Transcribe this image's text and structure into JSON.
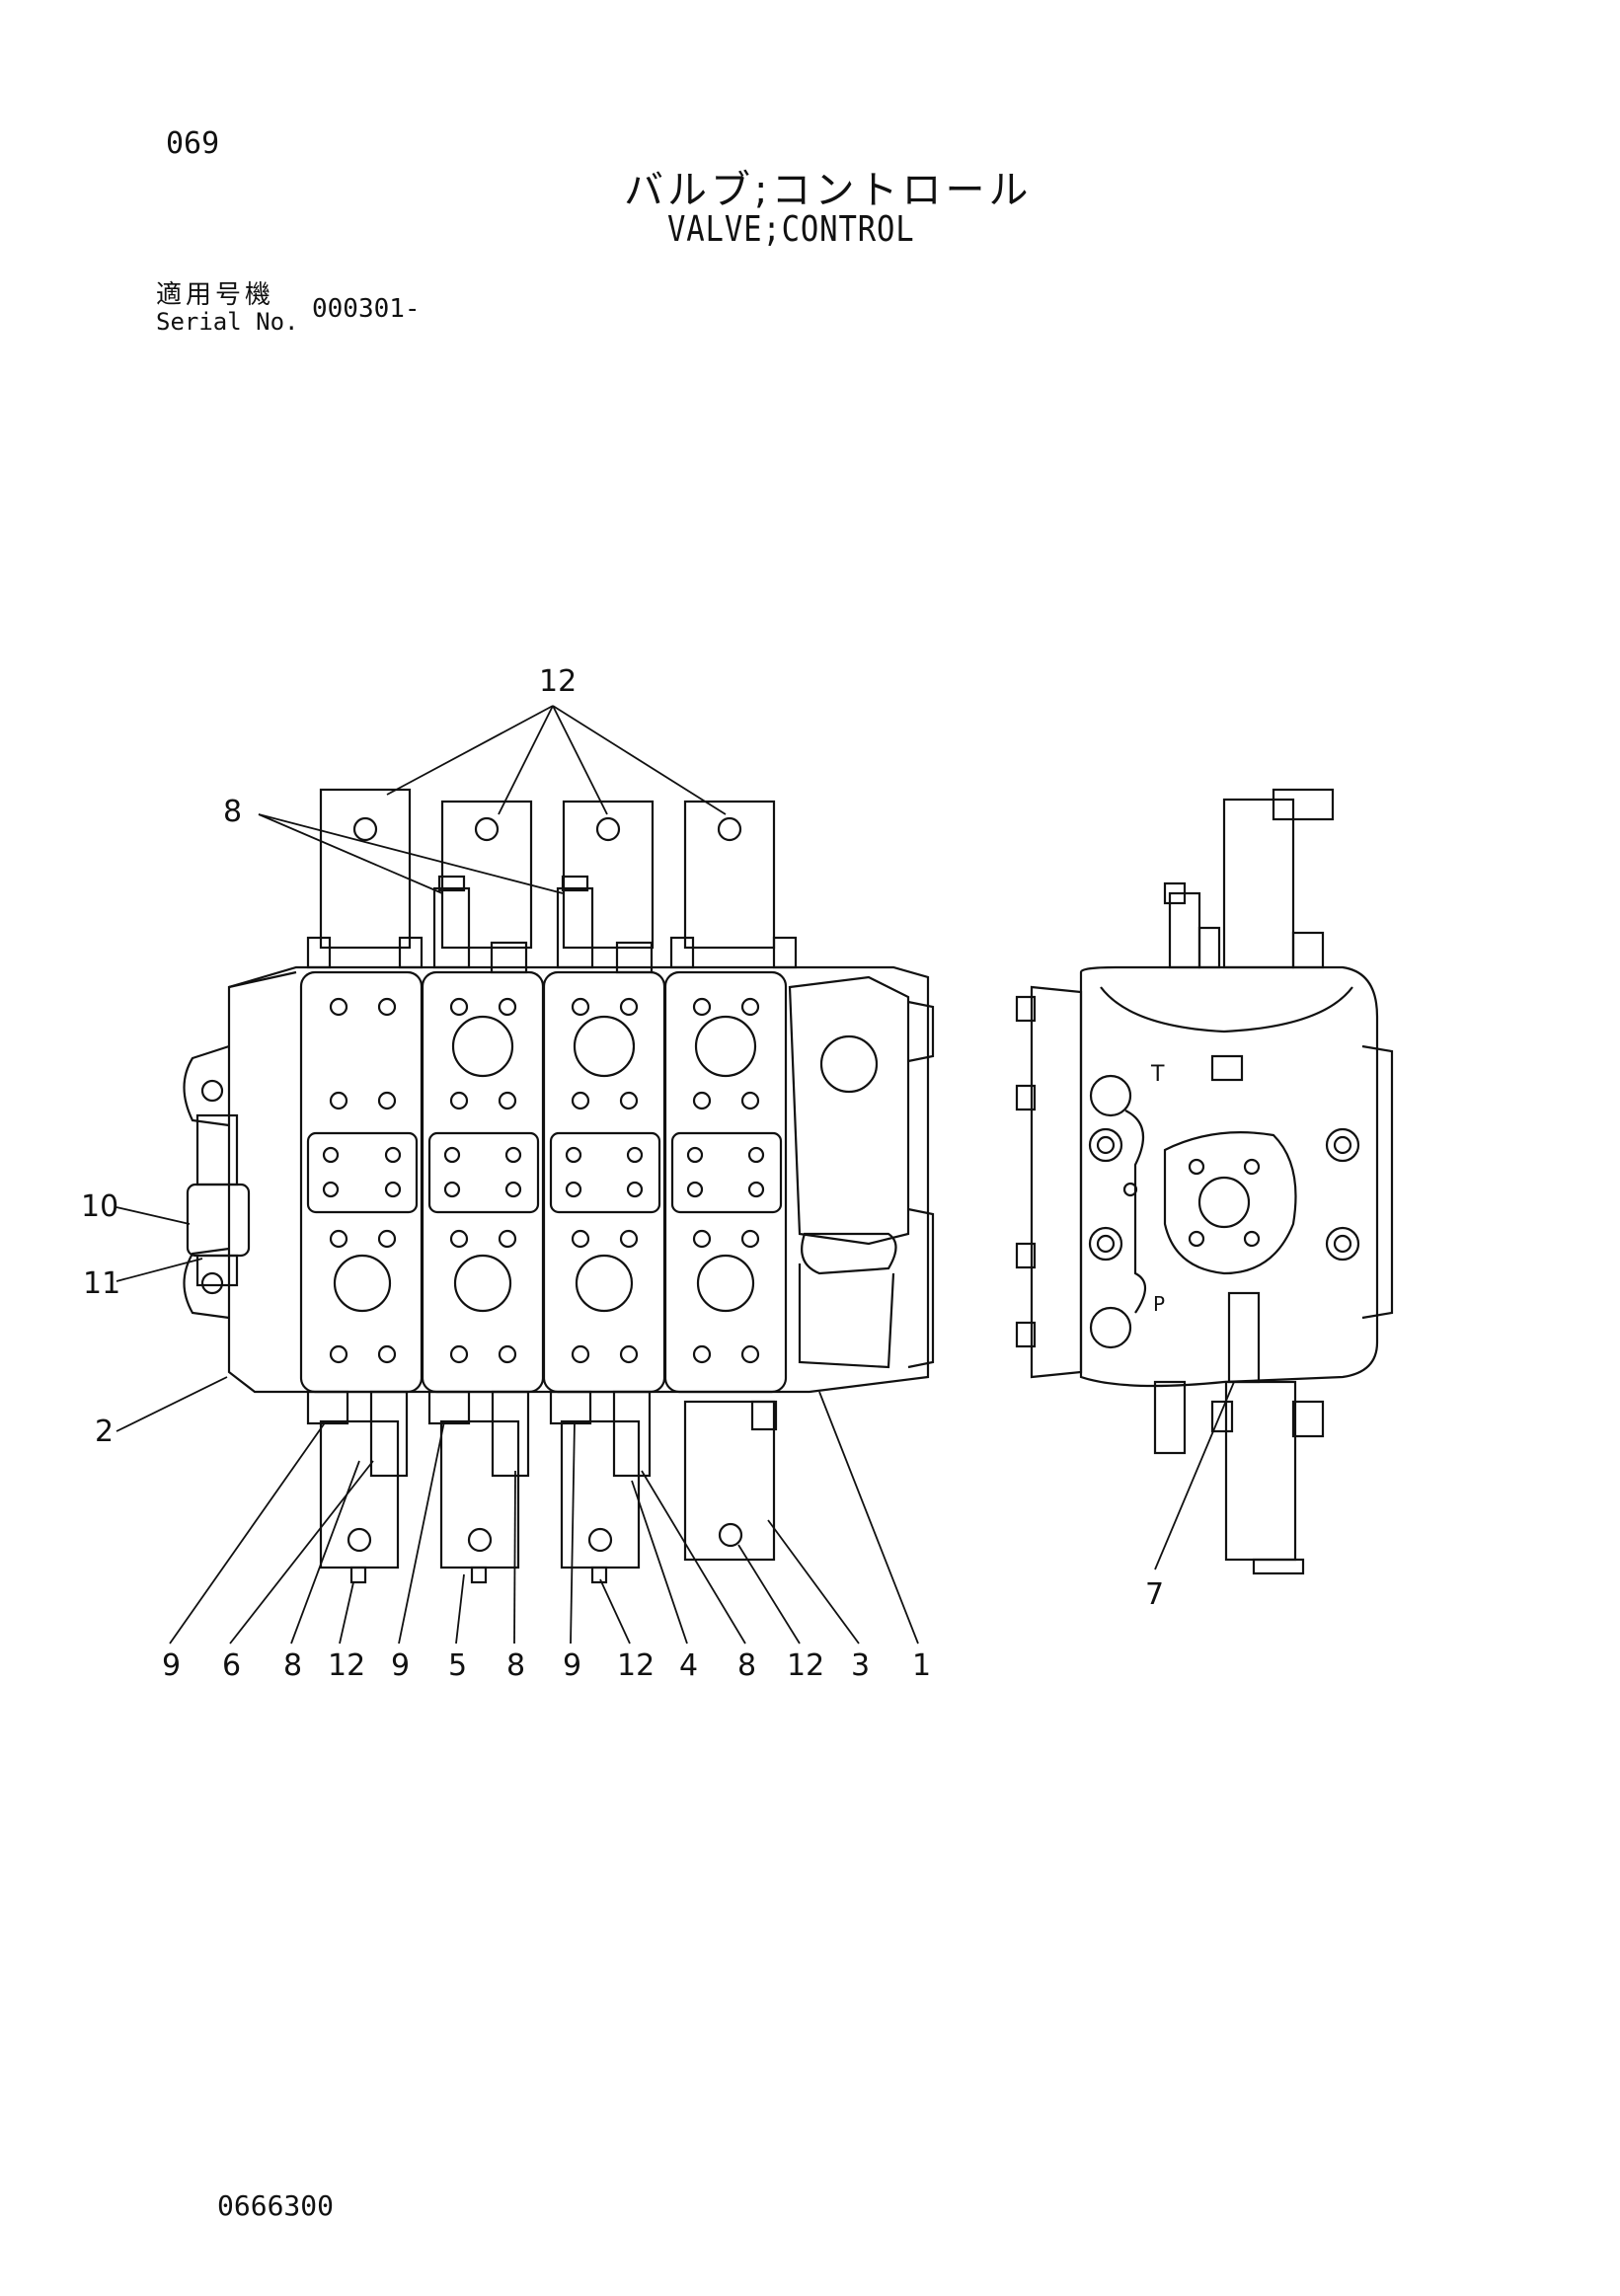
{
  "page_number": "069",
  "title_jp": "バルブ;コントロール",
  "title_en": "VALVE;CONTROL",
  "serial": {
    "label_jp": "適用号機",
    "label_en": "Serial No.",
    "value": "000301-"
  },
  "callouts": {
    "top_12": "12",
    "top_8": "8",
    "left_10": "10",
    "left_11": "11",
    "left_2": "2",
    "right_7": "7",
    "bottom": [
      "9",
      "6",
      "8",
      "12",
      "9",
      "5",
      "8",
      "9",
      "12",
      "4",
      "8",
      "12",
      "3",
      "1"
    ]
  },
  "port_letters": {
    "t": "T",
    "p": "P"
  },
  "doc_code": "0666300"
}
